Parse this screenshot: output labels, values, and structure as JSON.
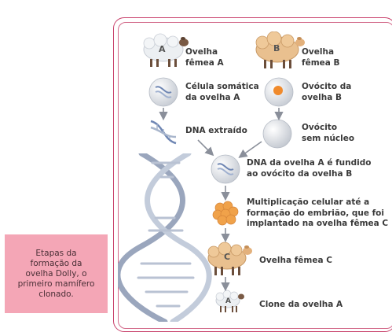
{
  "caption": "Etapas da\nformação da\novelha Dolly, o\nprimeiro mamífero\nclonado.",
  "sheep_letters": {
    "a": "A",
    "b": "B",
    "c": "C",
    "clone": "A"
  },
  "steps": {
    "sheep_a": "Ovelha\nfêmea A",
    "sheep_b": "Ovelha\nfêmea B",
    "somatic_cell": "Célula somática\nda ovelha A",
    "oocyte": "Ovócito da\novelha B",
    "dna_extracted": "DNA extraído",
    "enucleated_oocyte": "Ovócito\nsem núcleo",
    "fusion": "DNA da ovelha A é fundido\nao ovócito da ovelha B",
    "embryo": "Multiplicação celular até a\nformação do embrião, que foi\nimplantado na ovelha fêmea C",
    "sheep_c": "Ovelha fêmea C",
    "clone": "Clone da ovelha A"
  },
  "colors": {
    "frame": "#c9426c",
    "caption_bg": "#f4a6b6",
    "text": "#3a3a3a",
    "arrow": "#8a8f9a",
    "white_wool": "#eceff2",
    "tan_wool": "#e9c08f",
    "embryo": "#f0a24a",
    "dna": "#a9b6cc"
  }
}
